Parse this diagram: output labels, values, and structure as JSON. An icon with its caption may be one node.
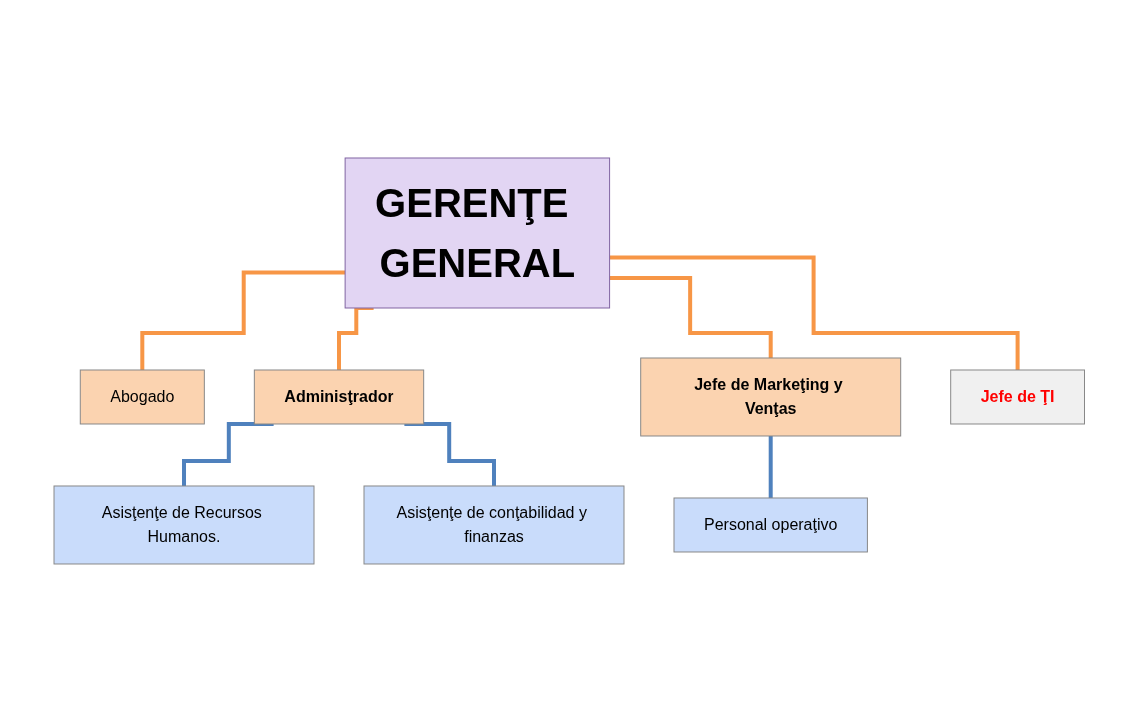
{
  "diagram": {
    "nodes": [
      {
        "text": [
          "GERENŢE GENERAL"
        ]
      },
      {
        "text": [
          "Abogado"
        ]
      },
      {
        "text": [
          "Adminisţrador"
        ]
      },
      {
        "text": [
          "Jefe de Markeţing y Venţas"
        ]
      },
      {
        "text": [
          "Jefe de ŢI"
        ]
      },
      {
        "text": [
          "Asisţenţe de Recursos Humanos."
        ]
      },
      {
        "text": [
          "Asisţenţe de conţabilidad y finanzas"
        ]
      },
      {
        "text": [
          "Personal operaţivo"
        ]
      }
    ],
    "edges": [
      {
        "from": 0,
        "to": 1,
        "arrow": "none"
      },
      {
        "from": 0,
        "to": 2,
        "arrow": "none"
      },
      {
        "from": 0,
        "to": 3,
        "arrow": "none"
      },
      {
        "from": 0,
        "to": 4,
        "arrow": "none"
      },
      {
        "from": 2,
        "to": 5,
        "arrow": "none",
        "color": "#4f81bd"
      },
      {
        "from": 2,
        "to": 6,
        "arrow": "none",
        "color": "#4f81bd"
      },
      {
        "from": 3,
        "to": 7,
        "arrow": "none",
        "color": "#4f81bd"
      }
    ]
  }
}
